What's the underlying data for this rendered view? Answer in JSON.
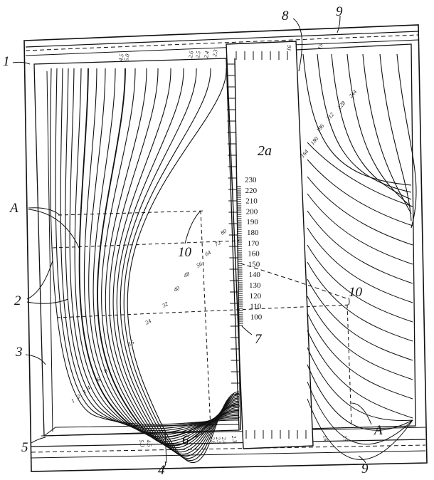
{
  "references": {
    "r1": "1",
    "r2": "2",
    "r3": "3",
    "r4": "4",
    "r5": "5",
    "r6": "6",
    "r7": "7",
    "r8": "8",
    "r9_top": "9",
    "r9_bottom": "9",
    "r10_left": "10",
    "r10_right": "10",
    "rA_left": "A",
    "rA_right": "A",
    "slide_label": "2a"
  },
  "scale_numbers": [
    "230",
    "220",
    "210",
    "200",
    "190",
    "180",
    "170",
    "160",
    "150",
    "140",
    "130",
    "120",
    "110",
    "100"
  ],
  "left_curve_labels": [
    "1",
    "2",
    "3",
    "4",
    "6",
    "8",
    "16",
    "24",
    "32",
    "40",
    "48",
    "56",
    "64",
    "72",
    "80"
  ],
  "right_curve_labels": [
    "164",
    "180",
    "196",
    "212",
    "228",
    "244"
  ],
  "top_edge_labels": [
    "4.5",
    "5.0",
    "2.6",
    "2.5",
    "2.4",
    "2.3",
    "16",
    "15"
  ],
  "bottom_edge_labels": [
    "5.0",
    "4.5",
    "2.6",
    "2.5",
    "2.4",
    "2.3",
    "16",
    "15"
  ]
}
